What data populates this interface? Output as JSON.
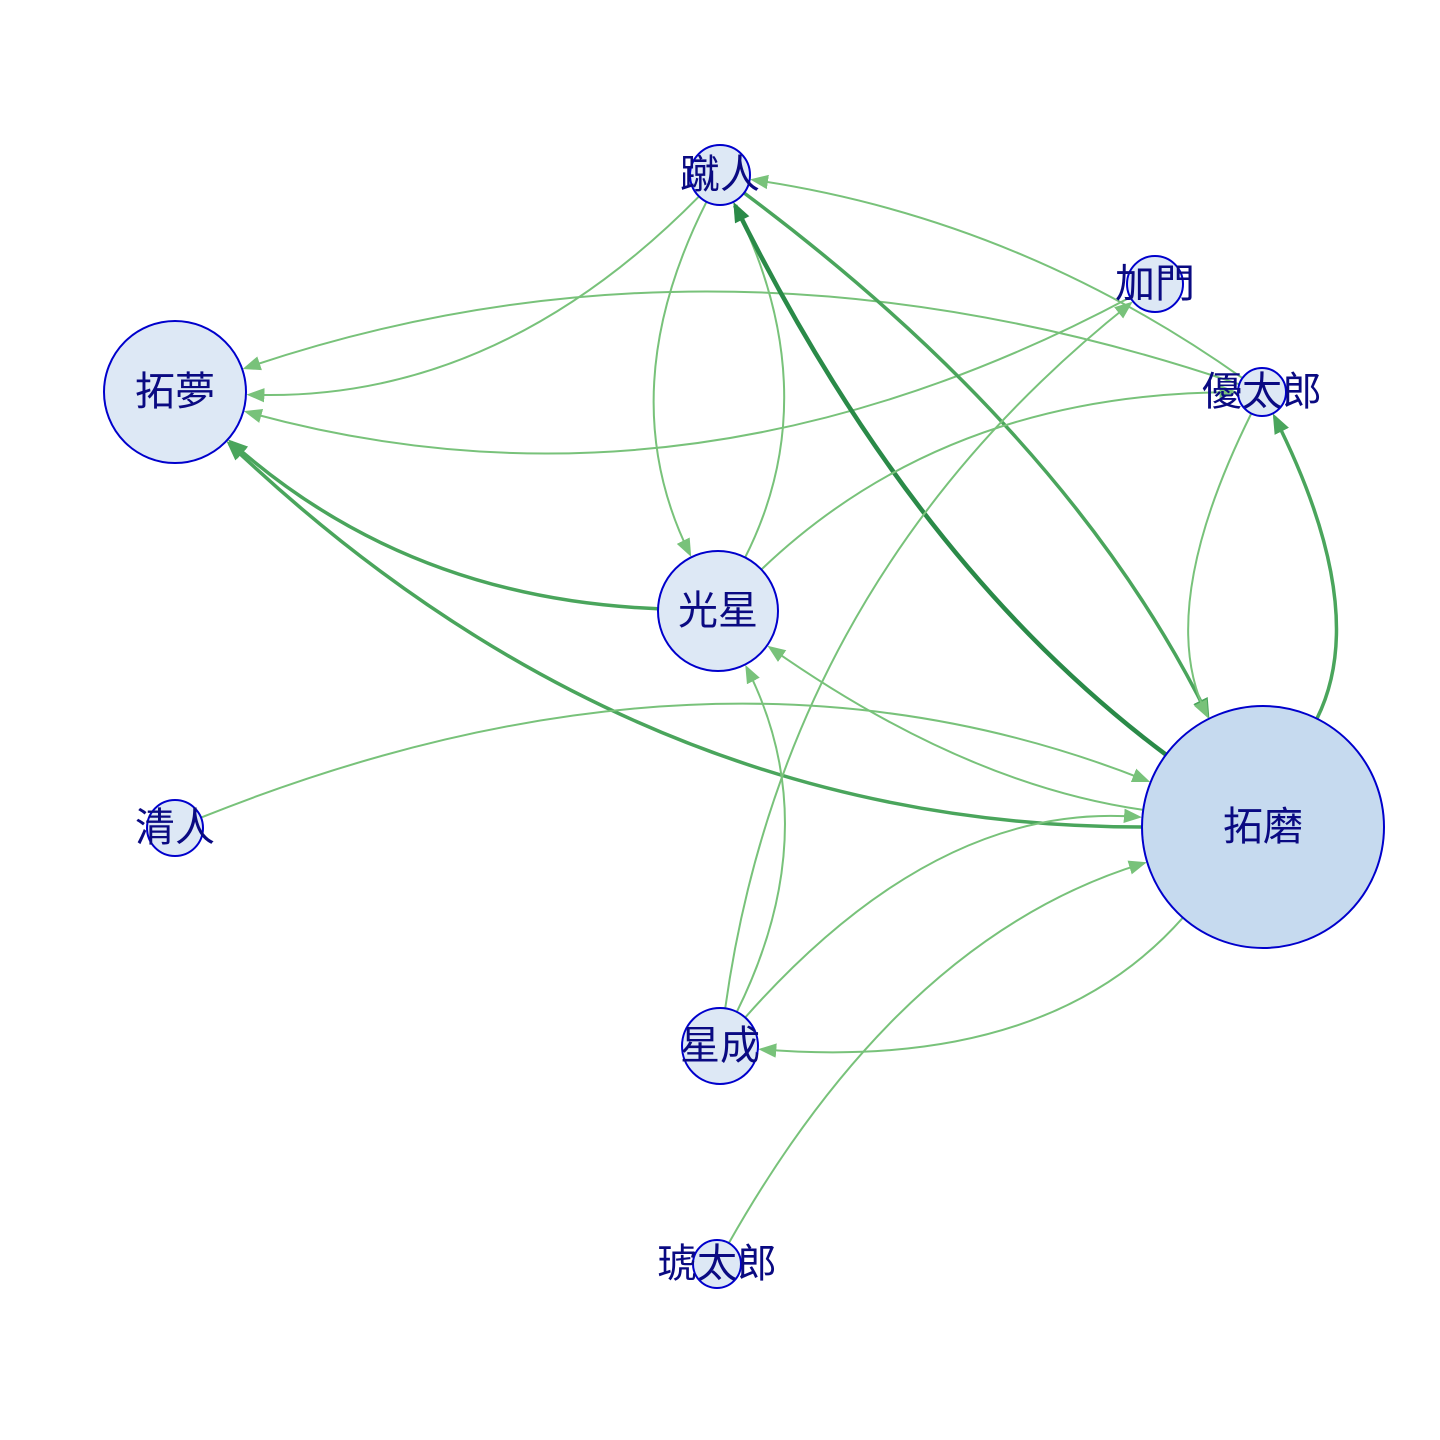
{
  "graph": {
    "nodes": [
      {
        "id": "shuto",
        "label": "蹴人",
        "size": "small"
      },
      {
        "id": "kamon",
        "label": "加門",
        "size": "small"
      },
      {
        "id": "takumu",
        "label": "拓夢",
        "size": "large"
      },
      {
        "id": "yutaro",
        "label": "優太郎",
        "size": "small"
      },
      {
        "id": "kosei",
        "label": "光星",
        "size": "medium"
      },
      {
        "id": "kiyoto",
        "label": "清人",
        "size": "small"
      },
      {
        "id": "takuma",
        "label": "拓磨",
        "size": "xlarge"
      },
      {
        "id": "seisei",
        "label": "星成",
        "size": "small"
      },
      {
        "id": "kotaro",
        "label": "琥太郎",
        "size": "small"
      }
    ],
    "edges": [
      {
        "from": "shuto",
        "to": "takumu",
        "weight": 1
      },
      {
        "from": "yutaro",
        "to": "takumu",
        "weight": 1
      },
      {
        "from": "kamon",
        "to": "takumu",
        "weight": 1
      },
      {
        "from": "kosei",
        "to": "takumu",
        "weight": 2
      },
      {
        "from": "takuma",
        "to": "takumu",
        "weight": 2
      },
      {
        "from": "kosei",
        "to": "shuto",
        "weight": 1
      },
      {
        "from": "shuto",
        "to": "kosei",
        "weight": 1
      },
      {
        "from": "takuma",
        "to": "shuto",
        "weight": 3
      },
      {
        "from": "shuto",
        "to": "takuma",
        "weight": 2
      },
      {
        "from": "yutaro",
        "to": "shuto",
        "weight": 1
      },
      {
        "from": "takuma",
        "to": "yutaro",
        "weight": 2
      },
      {
        "from": "yutaro",
        "to": "takuma",
        "weight": 1
      },
      {
        "from": "kosei",
        "to": "yutaro",
        "weight": 1
      },
      {
        "from": "seisei",
        "to": "kamon",
        "weight": 1
      },
      {
        "from": "takuma",
        "to": "kosei",
        "weight": 1
      },
      {
        "from": "kiyoto",
        "to": "takuma",
        "weight": 1
      },
      {
        "from": "seisei",
        "to": "kosei",
        "weight": 1
      },
      {
        "from": "takuma",
        "to": "seisei",
        "weight": 1
      },
      {
        "from": "seisei",
        "to": "takuma",
        "weight": 1
      },
      {
        "from": "kotaro",
        "to": "takuma",
        "weight": 1
      }
    ],
    "colors": {
      "node_fill": "#dde8f5",
      "node_fill_hub": "#c6daef",
      "node_stroke": "#0000cc",
      "label": "#0a0a82",
      "edge_w1": "#78c27a",
      "edge_w2": "#4aa55c",
      "edge_w3": "#2a8a48"
    }
  }
}
